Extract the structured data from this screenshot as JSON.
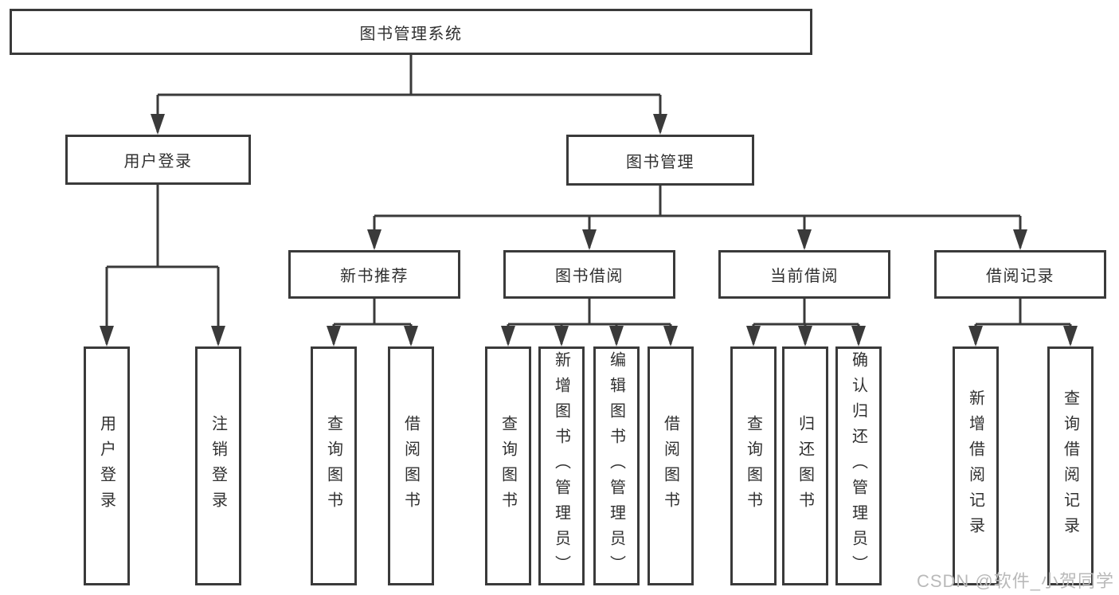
{
  "diagram": {
    "root": "图书管理系统",
    "branches": [
      {
        "label": "用户登录",
        "children": [
          "用户登录",
          "注销登录"
        ]
      },
      {
        "label": "图书管理",
        "groups": [
          {
            "label": "新书推荐",
            "children": [
              "查询图书",
              "借阅图书"
            ]
          },
          {
            "label": "图书借阅",
            "children": [
              "查询图书",
              "新增图书（管理员）",
              "编辑图书（管理员）",
              "借阅图书"
            ]
          },
          {
            "label": "当前借阅",
            "children": [
              "查询图书",
              "归还图书",
              "确认归还（管理员）"
            ]
          },
          {
            "label": "借阅记录",
            "children": [
              "新增借阅记录",
              "查询借阅记录"
            ]
          }
        ]
      }
    ]
  },
  "watermark": "CSDN @软件_小贺同学",
  "colors": {
    "line": "#3a3a3a",
    "text": "#303030",
    "box_background": "#ffffff",
    "watermark": "#b9b9b9",
    "background": "#ffffff"
  }
}
